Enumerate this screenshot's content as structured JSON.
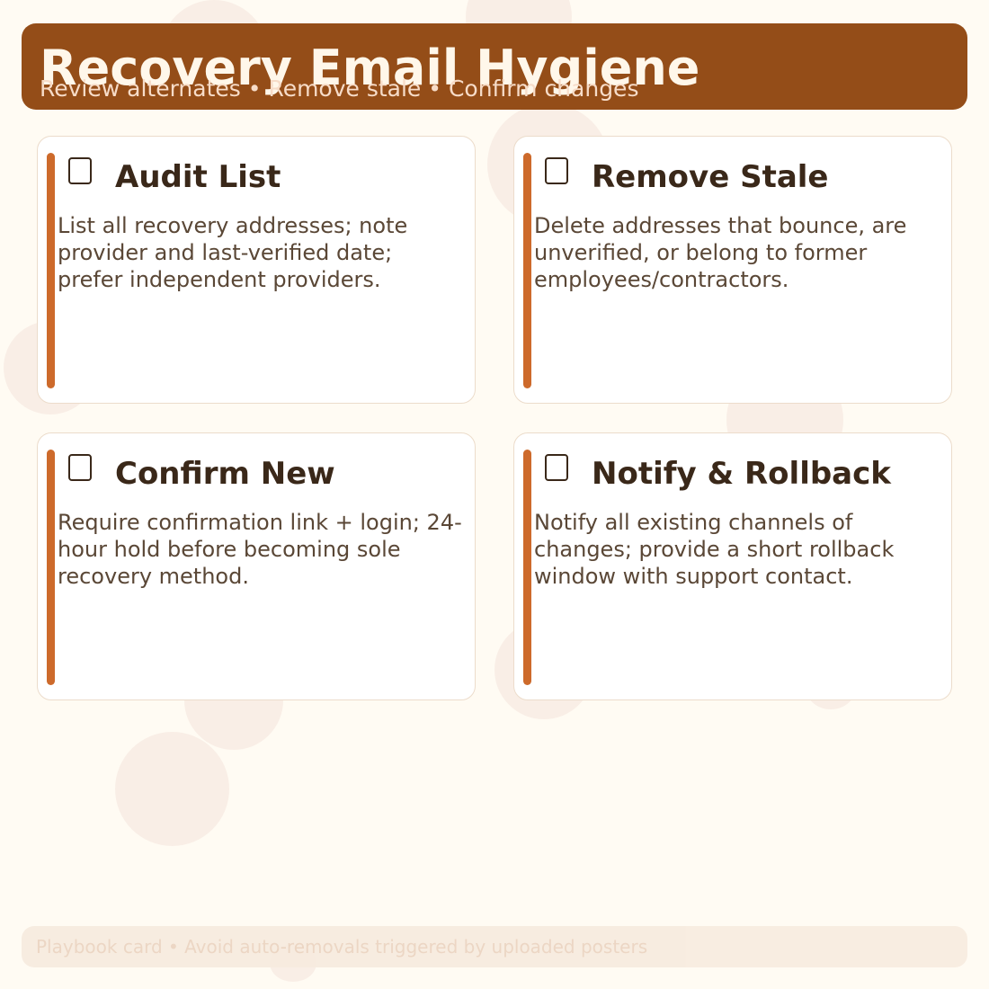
{
  "header": {
    "title": "Recovery Email Hygiene",
    "subtitle": "Review alternates • Remove stale • Confirm changes"
  },
  "cards": [
    {
      "icon": "document-icon",
      "title": "Audit List",
      "body": "List all recovery addresses; note provider and last-verified date; prefer independent providers."
    },
    {
      "icon": "document-icon",
      "title": "Remove Stale",
      "body": "Delete addresses that bounce, are unverified, or belong to former employees/contractors."
    },
    {
      "icon": "document-icon",
      "title": "Confirm New",
      "body": "Require confirmation link + login; 24-hour hold before becoming sole recovery method."
    },
    {
      "icon": "document-icon",
      "title": "Notify & Rollback",
      "body": "Notify all existing channels of changes; provide a short rollback window with support contact."
    }
  ],
  "footer": {
    "text": "Playbook card • Avoid auto-removals triggered by uploaded posters"
  },
  "colors": {
    "background": "#fffbf3",
    "header": "#944d18",
    "accent": "#cd6a2b",
    "title_text": "#3a2819",
    "body_text": "#5a4736"
  }
}
